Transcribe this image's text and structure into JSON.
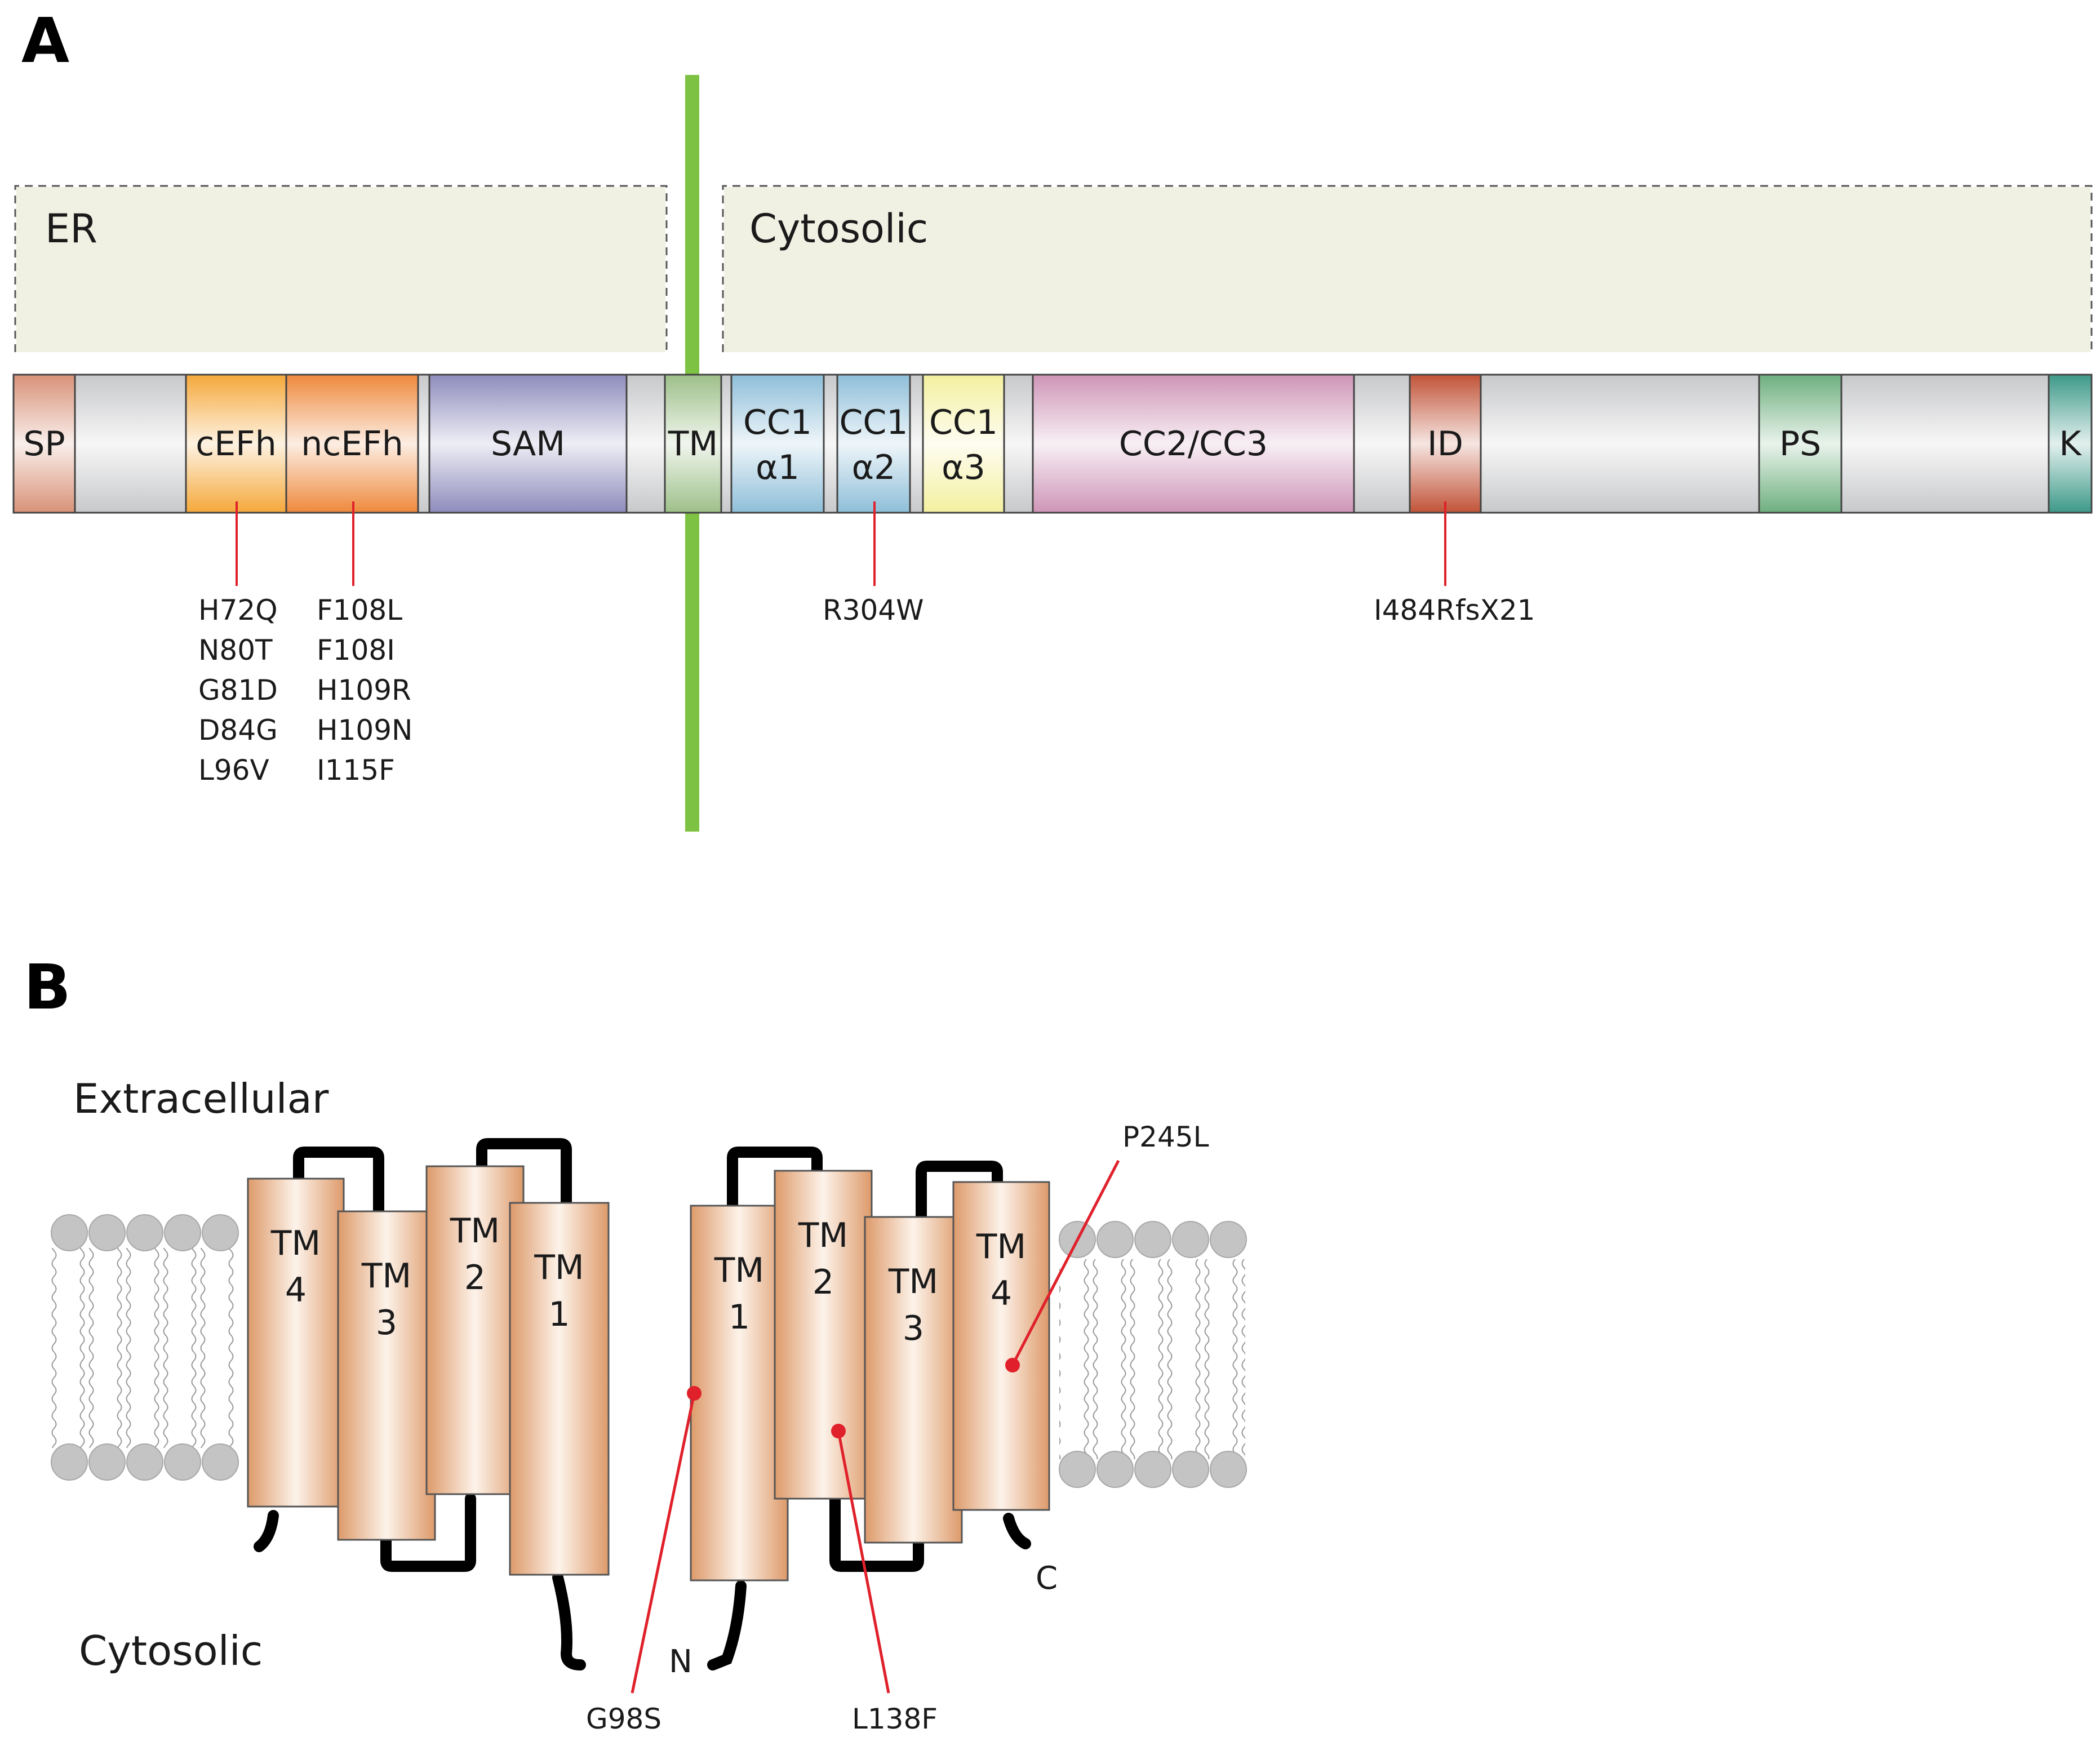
{
  "panels": {
    "a": {
      "letter": "A"
    },
    "b": {
      "letter": "B"
    }
  },
  "regions": {
    "er": "ER",
    "cytosolic": "Cytosolic"
  },
  "domains": [
    {
      "id": "sp",
      "label": "SP",
      "color": "#d9937a"
    },
    {
      "id": "linker1",
      "label": "",
      "color": "#c8c9cb"
    },
    {
      "id": "cefh",
      "label": "cEFh",
      "color": "#f5a93c"
    },
    {
      "id": "ncefh",
      "label": "ncEFh",
      "color": "#ee8a3e"
    },
    {
      "id": "linker2",
      "label": "",
      "color": "#c8c9cb"
    },
    {
      "id": "sam",
      "label": "SAM",
      "color": "#8f8dbd"
    },
    {
      "id": "linker3",
      "label": "",
      "color": "#c8c9cb"
    },
    {
      "id": "tm",
      "label": "TM",
      "color": "#9ec08a"
    },
    {
      "id": "linker4",
      "label": "",
      "color": "#c8c9cb"
    },
    {
      "id": "cc1a1",
      "label": "CC1",
      "sublabel": "α1",
      "color": "#8fbfd9"
    },
    {
      "id": "linker5",
      "label": "",
      "color": "#c8c9cb"
    },
    {
      "id": "cc1a2",
      "label": "CC1",
      "sublabel": "α2",
      "color": "#8fbfd9"
    },
    {
      "id": "linker6",
      "label": "",
      "color": "#c8c9cb"
    },
    {
      "id": "cc1a3",
      "label": "CC1",
      "sublabel": "α3",
      "color": "#f4f0a0"
    },
    {
      "id": "linker7",
      "label": "",
      "color": "#c8c9cb"
    },
    {
      "id": "cc2cc3",
      "label": "CC2/CC3",
      "color": "#cf96b8"
    },
    {
      "id": "linker8",
      "label": "",
      "color": "#c8c9cb"
    },
    {
      "id": "id",
      "label": "ID",
      "color": "#c2553a"
    },
    {
      "id": "linker9",
      "label": "",
      "color": "#c8c9cb"
    },
    {
      "id": "ps",
      "label": "PS",
      "color": "#6fb07f"
    },
    {
      "id": "linker10",
      "label": "",
      "color": "#c8c9cb"
    },
    {
      "id": "k",
      "label": "K",
      "color": "#3f9a8a"
    }
  ],
  "mutations_a": {
    "cefh": [
      "H72Q",
      "N80T",
      "G81D",
      "D84G",
      "L96V"
    ],
    "ncefh": [
      "F108L",
      "F108I",
      "H109R",
      "H109N",
      "I115F"
    ],
    "cc1a2": [
      "R304W"
    ],
    "id": [
      "I484RfsX21"
    ]
  },
  "membrane_b": {
    "extracellular": "Extracellular",
    "cytosolic": "Cytosolic",
    "left_helices": [
      {
        "top": "TM",
        "num": "4"
      },
      {
        "top": "TM",
        "num": "3"
      },
      {
        "top": "TM",
        "num": "2"
      },
      {
        "top": "TM",
        "num": "1"
      }
    ],
    "right_helices": [
      {
        "top": "TM",
        "num": "1"
      },
      {
        "top": "TM",
        "num": "2"
      },
      {
        "top": "TM",
        "num": "3"
      },
      {
        "top": "TM",
        "num": "4"
      }
    ],
    "n_term": "N",
    "c_term": "C",
    "mutations": {
      "g98s": "G98S",
      "l138f": "L138F",
      "p245l": "P245L"
    }
  },
  "colors": {
    "membrane_bar": "#7dc242",
    "mutation": "#e0202a",
    "helix": "#e2a477",
    "lipid_head": "#c4c4c4",
    "region_fill": "#eeeee0"
  }
}
